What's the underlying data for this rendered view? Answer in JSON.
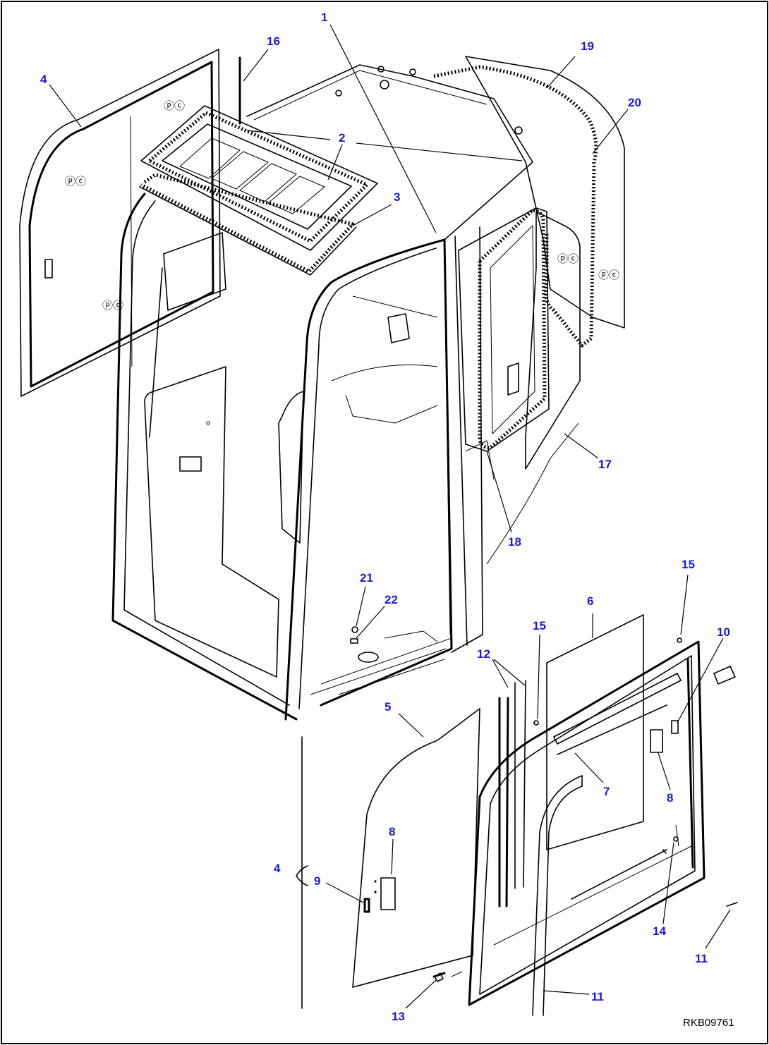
{
  "callouts": {
    "c1": "1",
    "c2": "2",
    "c3": "3",
    "c4_top": "4",
    "c4_bottom": "4",
    "c5": "5",
    "c6": "6",
    "c7": "7",
    "c8_right": "8",
    "c8_left": "8",
    "c9": "9",
    "c10": "10",
    "c11_mid": "11",
    "c11_right": "11",
    "c12": "12",
    "c13": "13",
    "c14": "14",
    "c15_top": "15",
    "c15_mid": "15",
    "c16": "16",
    "c17": "17",
    "c18": "18",
    "c19": "19",
    "c20": "20",
    "c21": "21",
    "c22": "22"
  },
  "drawing_code": "RKB09761",
  "colors": {
    "callout": "#1a1ad6",
    "line": "#000000",
    "background": "#ffffff"
  }
}
